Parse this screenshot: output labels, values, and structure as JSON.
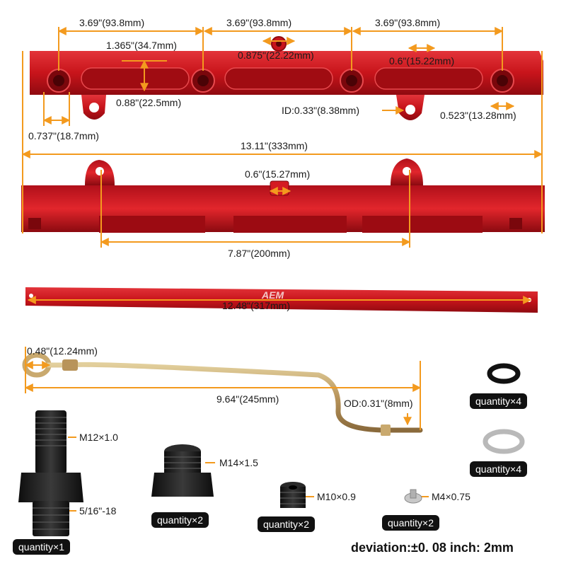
{
  "colors": {
    "rail_red": "#c8141b",
    "rail_dark": "#8f0a10",
    "dimension_orange": "#f39a1e",
    "fitting_black": "#1c1c1c",
    "steel_line": "#c9a96e"
  },
  "rail_top": {
    "spacing_1": "3.69\"(93.8mm)",
    "spacing_2": "3.69\"(93.8mm)",
    "spacing_3": "3.69\"(93.8mm)",
    "slot_length": "1.365\"(34.7mm)",
    "center_port": "0.875\"(22.22mm)",
    "slot_width": "0.6\"(15.22mm)",
    "port_height": "0.88\"(22.5mm)",
    "mount_id": "ID:0.33\"(8.38mm)",
    "end_offset": "0.737\"(18.7mm)",
    "port_diameter": "0.523\"(13.28mm)",
    "overall_length": "13.11\"(333mm)"
  },
  "rail_side": {
    "port_width": "0.6\"(15.27mm)",
    "mount_spacing": "7.87\"(200mm)"
  },
  "bar": {
    "length": "12.48\"(317mm)"
  },
  "feed_line": {
    "eye_id": "0.48\"(12.24mm)",
    "length": "9.64\"(245mm)",
    "od": "OD:0.31\"(8mm)"
  },
  "fittings": {
    "adapter_top_thread": "M12×1.0",
    "adapter_bottom_thread": "5/16\"-18",
    "adapter_qty": "quantity×1",
    "plug_m14_thread": "M14×1.5",
    "plug_m14_qty": "quantity×2",
    "plug_m10_thread": "M10×0.9",
    "plug_m10_qty": "quantity×2",
    "screw_thread": "M4×0.75",
    "screw_qty": "quantity×2",
    "oring_qty": "quantity×4",
    "washer_qty": "quantity×4"
  },
  "deviation_note": "deviation:±0. 08 inch: 2mm"
}
